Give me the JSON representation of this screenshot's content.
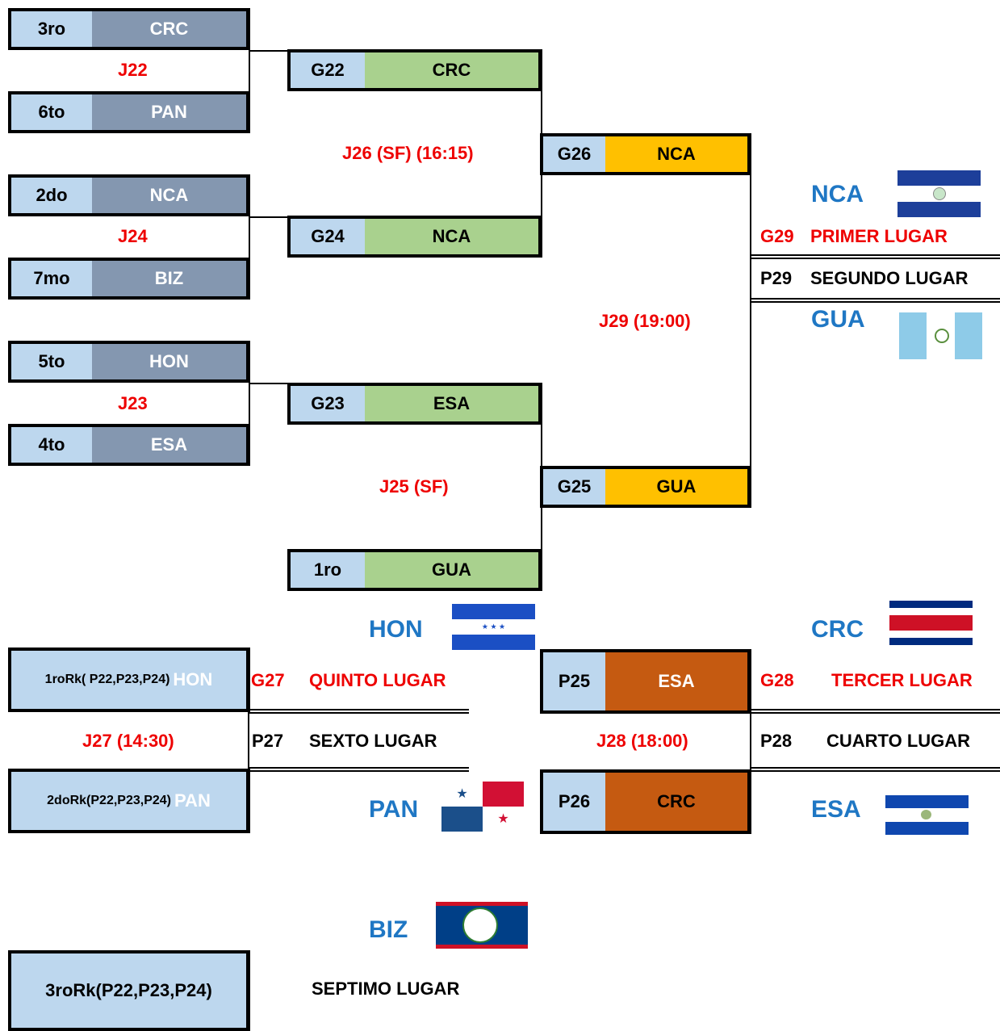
{
  "round1": [
    {
      "seed": "3ro",
      "team": "CRC"
    },
    {
      "seed": "6to",
      "team": "PAN"
    },
    {
      "seed": "2do",
      "team": "NCA"
    },
    {
      "seed": "7mo",
      "team": "BIZ"
    },
    {
      "seed": "5to",
      "team": "HON"
    },
    {
      "seed": "4to",
      "team": "ESA"
    }
  ],
  "round1_games": [
    "J22",
    "J24",
    "J23"
  ],
  "winners": [
    {
      "code": "G22",
      "team": "CRC"
    },
    {
      "code": "G24",
      "team": "NCA"
    },
    {
      "code": "G23",
      "team": "ESA"
    },
    {
      "code": "1ro",
      "team": "GUA"
    }
  ],
  "semis": [
    {
      "code": "G26",
      "team": "NCA"
    },
    {
      "code": "G25",
      "team": "GUA"
    }
  ],
  "semi_games": {
    "j26": "J26 (SF) (16:15)",
    "j25": "J25 (SF)",
    "j29": "J29 (19:00)"
  },
  "final": {
    "champion": "NCA",
    "runner_up": "GUA",
    "g29": "G29",
    "first": "PRIMER LUGAR",
    "p29": "P29",
    "second": "SEGUNDO LUGAR"
  },
  "fifth": {
    "rk1_prefix": "1roRk( P22,P23,P24)",
    "rk1_team": "HON",
    "rk2_prefix": "2doRk(P22,P23,P24)",
    "rk2_team": "PAN",
    "game": "J27 (14:30)",
    "g27": "G27",
    "fifth_label": "QUINTO LUGAR",
    "p27": "P27",
    "sixth_label": "SEXTO LUGAR",
    "team_top": "HON",
    "team_bottom": "PAN"
  },
  "third": {
    "top": {
      "code": "P25",
      "team": "ESA"
    },
    "bottom": {
      "code": "P26",
      "team": "CRC"
    },
    "game": "J28  (18:00)",
    "g28": "G28",
    "third_label": "TERCER LUGAR",
    "p28": "P28",
    "fourth_label": "CUARTO LUGAR",
    "team_top": "CRC",
    "team_bottom": "ESA"
  },
  "seventh": {
    "rk3": "3roRk(P22,P23,P24)",
    "label": "SEPTIMO  LUGAR",
    "team": "BIZ"
  },
  "colors": {
    "seed": "#8497b0",
    "winner": "#a9d18e",
    "semi": "#ffc000",
    "loser": "#c55a11",
    "light": "#bdd7ee",
    "red": "#ee0000",
    "blue": "#1f77c4"
  },
  "flags": [
    "nicaragua-flag",
    "guatemala-flag",
    "honduras-flag",
    "costa-rica-flag",
    "panama-flag",
    "el-salvador-flag",
    "belize-flag"
  ]
}
